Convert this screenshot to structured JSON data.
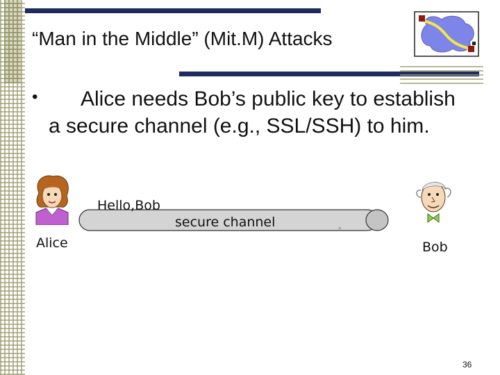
{
  "slide": {
    "title": "“Man in the Middle” (Mit.M) Attacks",
    "bullet_marker": "•",
    "bullet_line1": "Alice needs Bob’s public key to establish",
    "bullet_line2": "a secure channel (e.g., SSL/SSH) to him.",
    "page_number": "36"
  },
  "diagram": {
    "greeting": "Hello,Bob",
    "channel_label": "secure channel",
    "alice_label": "Alice",
    "bob_label": "Bob",
    "tick_mark": "^"
  },
  "colors": {
    "accent_bar": "#1f2a5e",
    "logo_cloud": "#7d86e8",
    "logo_path": "#f2e64a",
    "logo_node": "#8a1a14",
    "tube_fill": "#d4d4d4"
  },
  "icons": {
    "logo": "network-cloud-icon",
    "alice": "alice-cartoon-icon",
    "bob": "bob-cartoon-icon"
  }
}
